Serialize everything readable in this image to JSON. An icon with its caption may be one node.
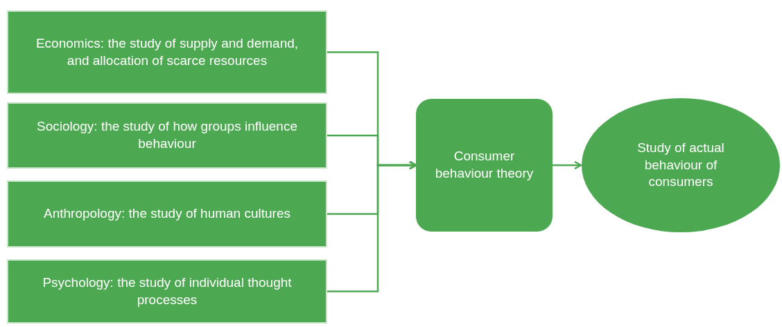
{
  "diagram": {
    "nodes": [
      {
        "text": [
          "Economics: the study of supply and demand, and allocation of scarce resources"
        ]
      },
      {
        "text": [
          "Sociology: the study of how groups influence behaviour"
        ]
      },
      {
        "text": [
          "Anthropology: the study of human cultures"
        ]
      },
      {
        "text": [
          "Psychology: the study of individual thought processes"
        ]
      },
      {
        "text": [
          "Consumer behaviour theory"
        ]
      },
      {
        "text": [
          "Study of actual behaviour of consumers"
        ]
      }
    ],
    "edges": [
      {
        "from": 0,
        "to": 4,
        "arrow": "to"
      },
      {
        "from": 1,
        "to": 4,
        "arrow": "to"
      },
      {
        "from": 2,
        "to": 4,
        "arrow": "to"
      },
      {
        "from": 3,
        "to": 4,
        "arrow": "to"
      },
      {
        "from": 4,
        "to": 5,
        "arrow": "to"
      }
    ]
  }
}
